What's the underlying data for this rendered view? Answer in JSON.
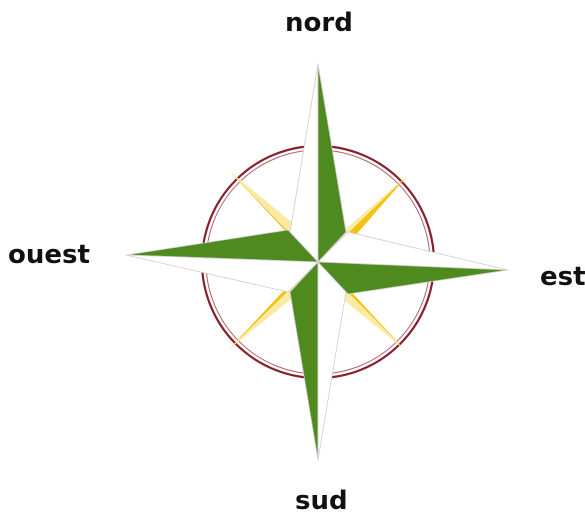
{
  "directions": {
    "north": "nord",
    "south": "sud",
    "west": "ouest",
    "east": "est"
  },
  "colors": {
    "main_point_dark": "#4e8a1e",
    "main_point_light": "#ffffff",
    "minor_point_dark": "#f2c20f",
    "minor_point_light": "#fbe9a6",
    "ring": "#8a1f2b",
    "outline": "#d9d9d9"
  }
}
